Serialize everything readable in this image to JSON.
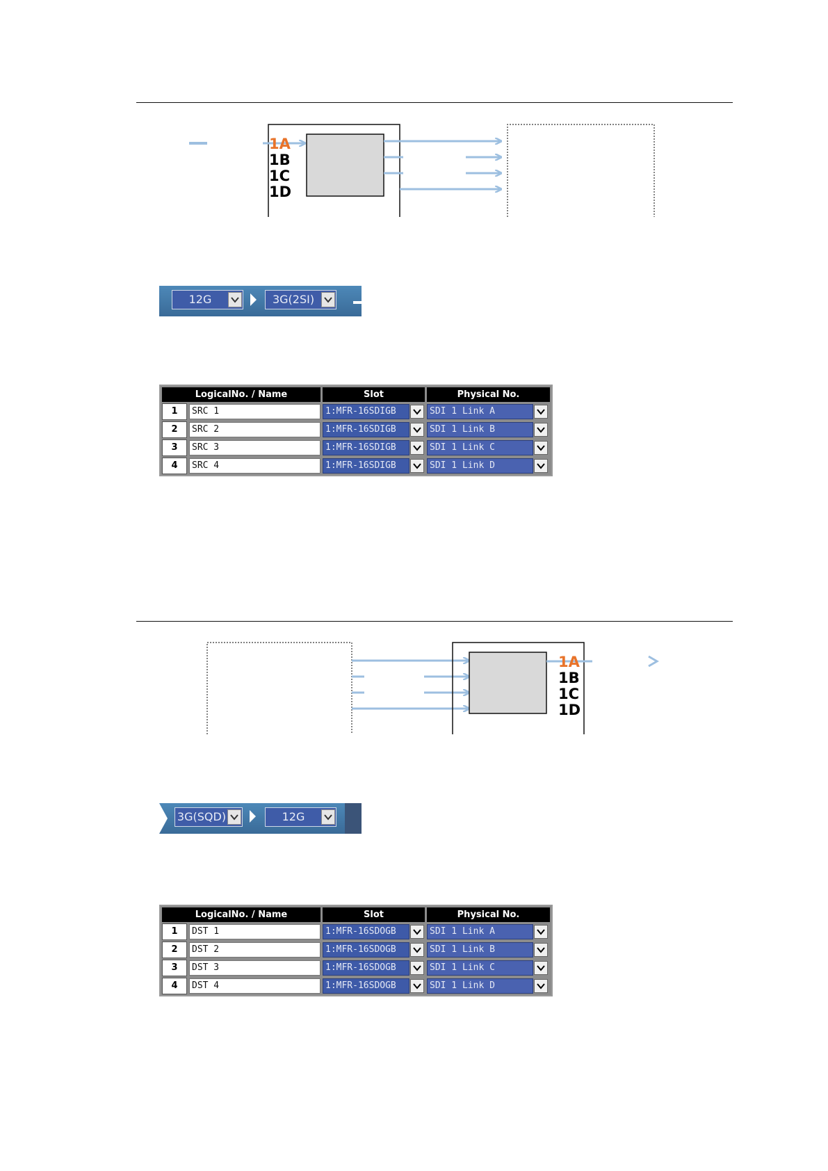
{
  "section1": {
    "diagram": {
      "links": [
        {
          "label": "1A",
          "color": "#e8732a"
        },
        {
          "label": "1B",
          "color": "#000000"
        },
        {
          "label": "1C",
          "color": "#000000"
        },
        {
          "label": "1D",
          "color": "#000000"
        }
      ],
      "arrow_color": "#9dbfe0"
    },
    "format": {
      "from": "12G",
      "to": "3G(2SI)"
    },
    "table": {
      "headers": [
        "LogicalNo. / Name",
        "Slot",
        "Physical No."
      ],
      "rows": [
        {
          "no": "1",
          "name": "SRC 1",
          "slot": "1:MFR-16SDIGB",
          "physical": "SDI 1 Link A"
        },
        {
          "no": "2",
          "name": "SRC 2",
          "slot": "1:MFR-16SDIGB",
          "physical": "SDI 1 Link B"
        },
        {
          "no": "3",
          "name": "SRC 3",
          "slot": "1:MFR-16SDIGB",
          "physical": "SDI 1 Link C"
        },
        {
          "no": "4",
          "name": "SRC 4",
          "slot": "1:MFR-16SDIGB",
          "physical": "SDI 1 Link D"
        }
      ]
    }
  },
  "section2": {
    "diagram": {
      "links": [
        {
          "label": "1A",
          "color": "#e8732a"
        },
        {
          "label": "1B",
          "color": "#000000"
        },
        {
          "label": "1C",
          "color": "#000000"
        },
        {
          "label": "1D",
          "color": "#000000"
        }
      ],
      "arrow_color": "#9dbfe0"
    },
    "format": {
      "from": "3G(SQD)",
      "to": "12G"
    },
    "table": {
      "headers": [
        "LogicalNo. / Name",
        "Slot",
        "Physical No."
      ],
      "rows": [
        {
          "no": "1",
          "name": "DST 1",
          "slot": "1:MFR-16SDOGB",
          "physical": "SDI 1 Link A"
        },
        {
          "no": "2",
          "name": "DST 2",
          "slot": "1:MFR-16SDOGB",
          "physical": "SDI 1 Link B"
        },
        {
          "no": "3",
          "name": "DST 3",
          "slot": "1:MFR-16SDOGB",
          "physical": "SDI 1 Link C"
        },
        {
          "no": "4",
          "name": "DST 4",
          "slot": "1:MFR-16SDOGB",
          "physical": "SDI 1 Link D"
        }
      ]
    }
  }
}
